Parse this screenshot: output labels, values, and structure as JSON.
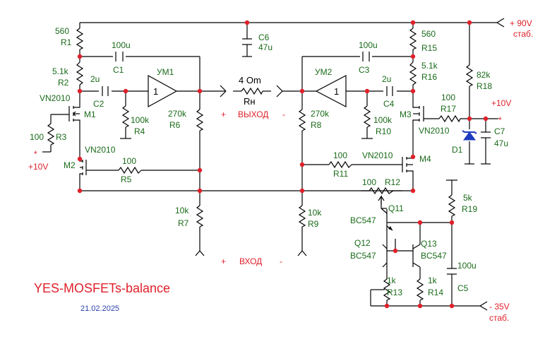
{
  "title": "YES-MOSFETs-balance",
  "date": "21.02.2025",
  "supply": {
    "pos": "+ 90V",
    "pos_sub": "стаб.",
    "neg": "- 35V",
    "neg_sub": "стаб."
  },
  "bias": {
    "left": "+10V",
    "right": "+10V",
    "star": "*"
  },
  "output": {
    "label": "ВЫХОД",
    "plus": "+",
    "minus": "-",
    "load_value": "4 Om",
    "load_name": "Rн"
  },
  "input": {
    "label": "ВХОД",
    "plus": "+",
    "minus": "-"
  },
  "opamps": [
    {
      "name": "УМ1",
      "gain": "1"
    },
    {
      "name": "УМ2",
      "gain": "1"
    }
  ],
  "components": {
    "R1": "R1",
    "R1v": "560",
    "R2": "R2",
    "R2v": "5.1k",
    "R3": "R3",
    "R3v": "100",
    "R4": "R4",
    "R4v": "100k",
    "R5": "R5",
    "R5v": "100",
    "R6": "R6",
    "R6v": "270k",
    "R7": "R7",
    "R7v": "10k",
    "R8": "R8",
    "R8v": "270k",
    "R9": "R9",
    "R9v": "10k",
    "R10": "R10",
    "R10v": "100k",
    "R11": "R11",
    "R11v": "100",
    "R12": "R12",
    "R12v": "100",
    "R13": "R13",
    "R13v": "1k",
    "R14": "R14",
    "R14v": "1k",
    "R15": "R15",
    "R15v": "560",
    "R16": "R16",
    "R16v": "5.1k",
    "R17": "R17",
    "R17v": "100",
    "R18": "R18",
    "R18v": "82k",
    "R19": "R19",
    "R19v": "5k",
    "C1": "C1",
    "C1v": "100u",
    "C2": "C2",
    "C2v": "2u",
    "C3": "C3",
    "C3v": "100u",
    "C4": "C4",
    "C4v": "2u",
    "C5": "C5",
    "C5v": "100u",
    "C6": "C6",
    "C6v": "47u",
    "C7": "C7",
    "C7v": "47u",
    "D1": "D1",
    "M1": "M1",
    "M1t": "VN2010",
    "M2": "M2",
    "M2t": "VN2010",
    "M3": "M3",
    "M3t": "VN2010",
    "M4": "M4",
    "M4t": "VN2010",
    "Q11": "Q11",
    "Q12": "Q12",
    "Q12t": "BC547",
    "Q13": "Q13",
    "Q13t": "BC547",
    "Q11t": "BC547"
  }
}
